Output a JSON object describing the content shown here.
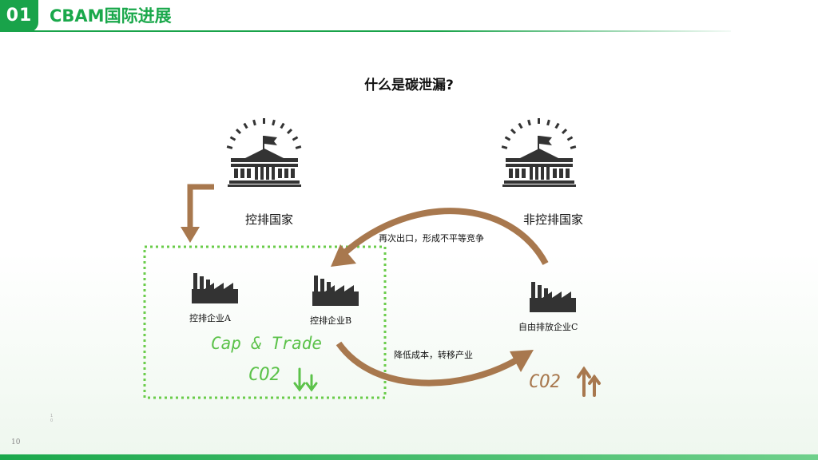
{
  "header": {
    "badge": "01",
    "title": "CBAM国际进展"
  },
  "page": {
    "number": "10",
    "tiny_mark": "1 0"
  },
  "diagram": {
    "question": "什么是碳泄漏?",
    "controlled_country": "控排国家",
    "uncontrolled_country": "非控排国家",
    "company_a": "控排企业A",
    "company_b": "控排企业B",
    "company_c": "自由排放企业C",
    "arrow_top_label": "再次出口，形成不平等竞争",
    "arrow_bottom_label": "降低成本，转移产业",
    "cap_trade": "Cap & Trade",
    "co2_left": "CO2",
    "co2_right": "CO2"
  },
  "colors": {
    "brand_green": "#19a34a",
    "arrow_brown": "#a8784e",
    "hand_green": "#5cc24a",
    "dotted_green": "#6acc4a",
    "icon_dark": "#333333"
  }
}
